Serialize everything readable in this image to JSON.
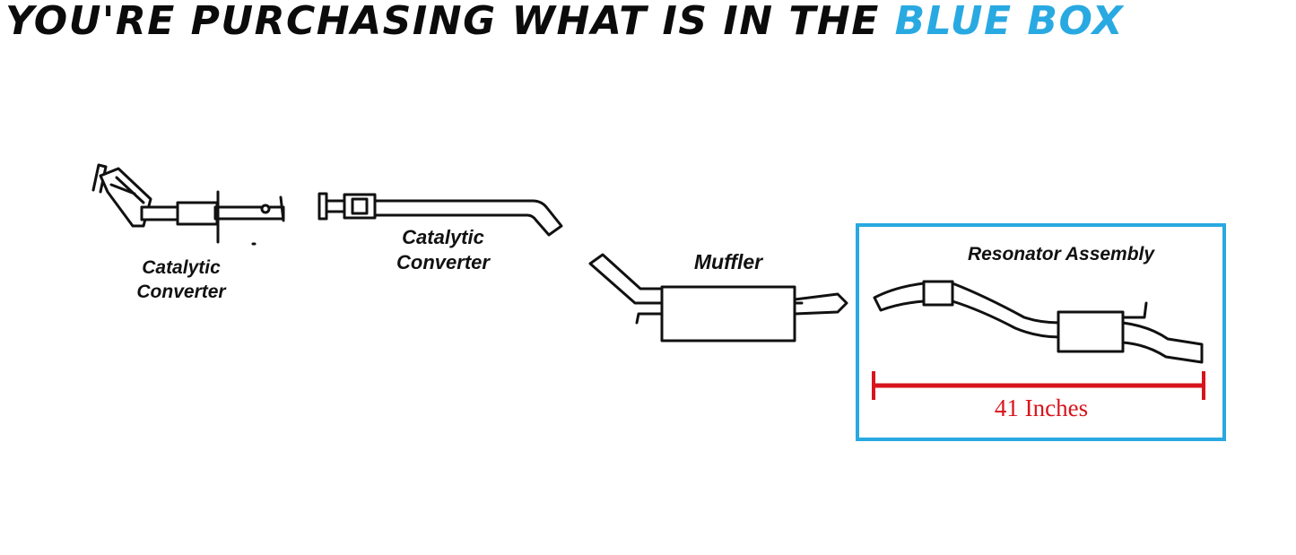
{
  "headline": {
    "prefix": "YOU'RE PURCHASING WHAT IS IN THE ",
    "accent": "BLUE BOX",
    "accent_color": "#29a9e1"
  },
  "parts": [
    {
      "id": "front-catalytic-converter",
      "label_line1": "Catalytic",
      "label_line2": "Converter"
    },
    {
      "id": "rear-catalytic-converter",
      "label_line1": "Catalytic",
      "label_line2": "Converter"
    },
    {
      "id": "muffler",
      "label": "Muffler"
    },
    {
      "id": "resonator-assembly",
      "label": "Resonator Assembly",
      "highlighted": true
    }
  ],
  "measurement": {
    "label": "41 Inches",
    "color": "#d8141c"
  },
  "highlight_box_color": "#29a9e1"
}
